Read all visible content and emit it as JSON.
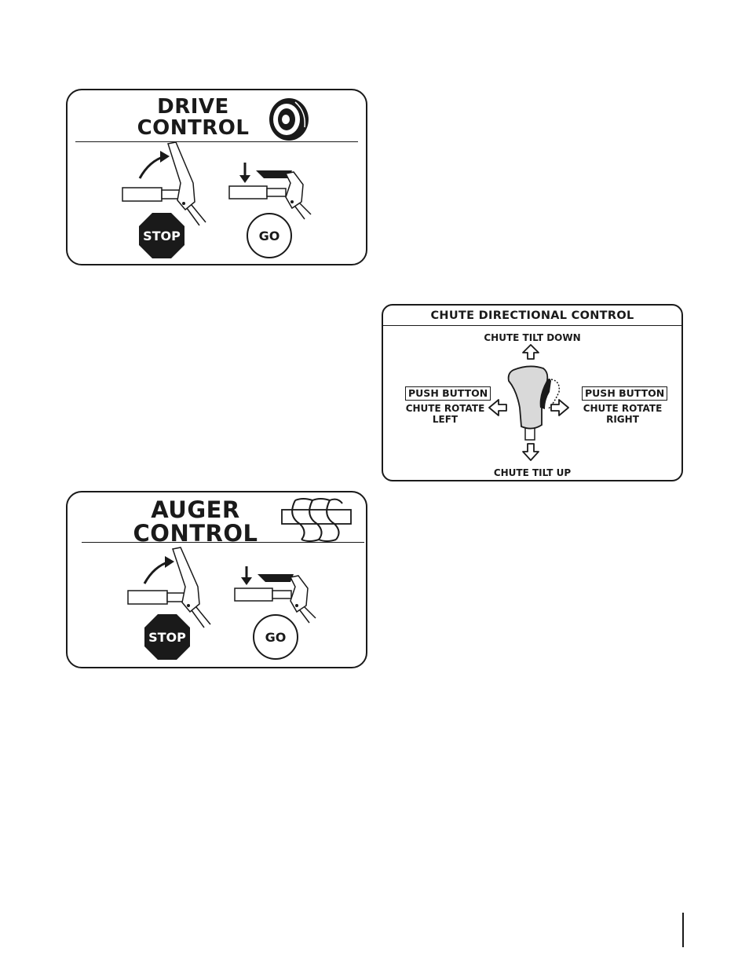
{
  "drive": {
    "title_line1": "DRIVE",
    "title_line2": "CONTROL",
    "icons": [
      "wheel-icon",
      "lever-release-icon",
      "lever-engage-icon"
    ],
    "stop_label": "STOP",
    "go_label": "GO"
  },
  "auger": {
    "title_line1": "AUGER",
    "title_line2": "CONTROL",
    "icons": [
      "auger-icon",
      "lever-release-icon",
      "lever-engage-icon"
    ],
    "stop_label": "STOP",
    "go_label": "GO"
  },
  "chute": {
    "header": "CHUTE DIRECTIONAL CONTROL",
    "tilt_down": "CHUTE TILT DOWN",
    "tilt_up": "CHUTE TILT UP",
    "push_button_left": "PUSH BUTTON",
    "push_button_right": "PUSH BUTTON",
    "rotate_left_line1": "CHUTE ROTATE",
    "rotate_left_line2": "LEFT",
    "rotate_right_line1": "CHUTE ROTATE",
    "rotate_right_line2": "RIGHT",
    "icons": [
      "joystick-icon",
      "arrow-up-icon",
      "arrow-down-icon",
      "arrow-left-icon",
      "arrow-right-icon"
    ]
  },
  "colors": {
    "ink": "#1a1a1a",
    "joystick_fill": "#d9d9d9",
    "background": "#ffffff"
  }
}
